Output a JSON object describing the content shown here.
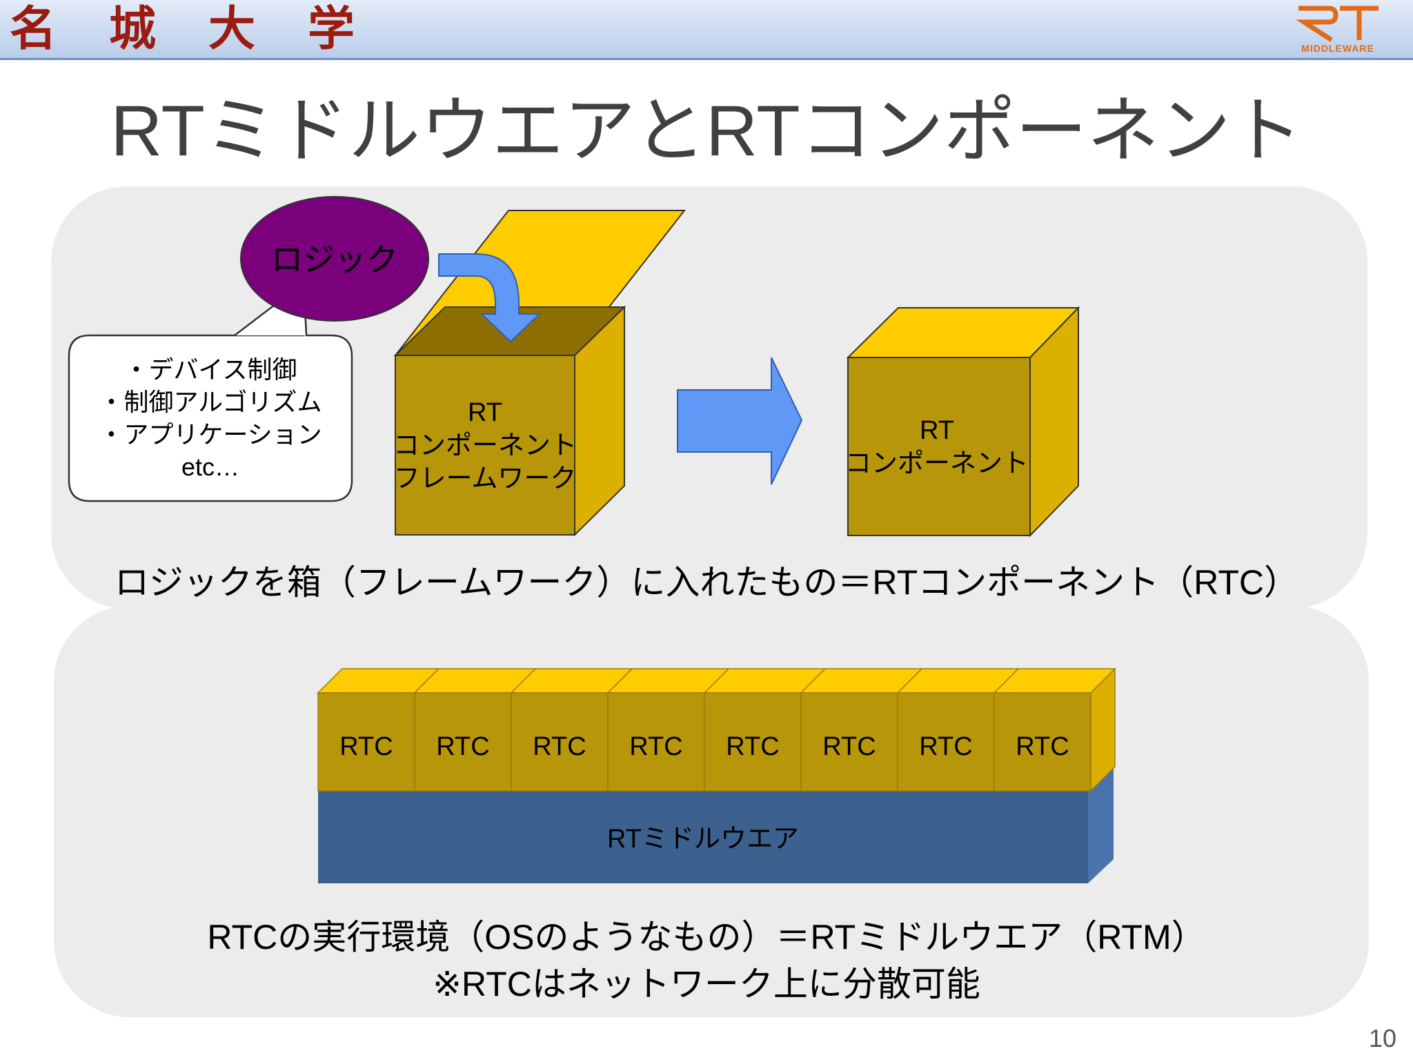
{
  "header": {
    "university_name": "名城大学",
    "logo_mark": "RT",
    "logo_subtext": "MIDDLEWARE"
  },
  "title": "RTミドルウエアとRTコンポーネント",
  "top_section": {
    "logic_label": "ロジック",
    "bullets": [
      "・デバイス制御",
      "・制御アルゴリズム",
      "・アプリケーション",
      "etc…"
    ],
    "framework_box": [
      "RT",
      "コンポーネント",
      "フレームワーク"
    ],
    "component_box": [
      "RT",
      "コンポーネント"
    ],
    "caption": "ロジックを箱（フレームワーク）に入れたもの＝RTコンポーネント（RTC）"
  },
  "bottom_section": {
    "rtc_blocks": [
      "RTC",
      "RTC",
      "RTC",
      "RTC",
      "RTC",
      "RTC",
      "RTC",
      "RTC"
    ],
    "middleware_label": "RTミドルウエア",
    "caption_line1": "RTCの実行環境（OSのようなもの）＝RTミドルウエア（RTM）",
    "caption_line2": "※RTCはネットワーク上に分散可能"
  },
  "page_number": "10",
  "colors": {
    "box_front": "#b8960a",
    "box_top": "#ffcc00",
    "box_side": "#dcb000",
    "logic_fill": "#7b007b",
    "arrow_fill": "#5f98f5",
    "middleware_fill": "#3c618e",
    "univ_red": "#9a1b10",
    "logo_orange": "#e06a18"
  }
}
